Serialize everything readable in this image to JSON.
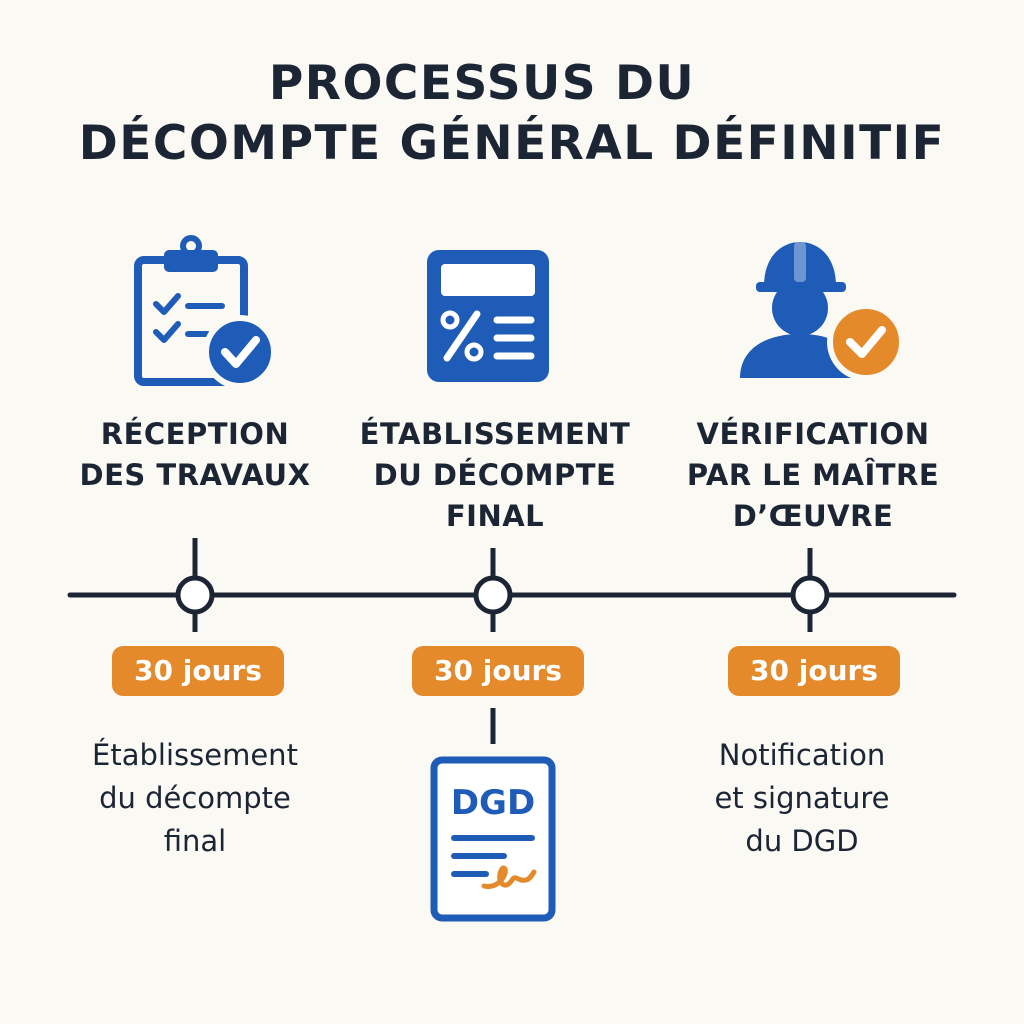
{
  "title": {
    "line1": "PROCESSUS DU",
    "line2": "DÉCOMPTE GÉNÉRAL DÉFINITIF"
  },
  "steps": [
    {
      "icon": "clipboard-check-icon",
      "label_lines": [
        "RÉCEPTION",
        "DES TRAVAUX"
      ],
      "duration": "30 jours",
      "description_lines": [
        "Établissement",
        "du décompte",
        "final"
      ]
    },
    {
      "icon": "calculator-percent-icon",
      "label_lines": [
        "ÉTABLISSEMENT",
        "DU DÉCOMPTE",
        "FINAL"
      ],
      "duration": "30 jours",
      "document": {
        "icon": "signed-document-icon",
        "label": "DGD"
      }
    },
    {
      "icon": "engineer-check-icon",
      "label_lines": [
        "VÉRIFICATION",
        "PAR LE MAÎTRE",
        "D’ŒUVRE"
      ],
      "duration": "30 jours",
      "description_lines": [
        "Notification",
        "et signature",
        "du DGD"
      ]
    }
  ],
  "colors": {
    "primary_blue": "#1f5cb8",
    "accent_orange": "#e48a2a",
    "dark_text": "#1b2534",
    "background": "#fbf9f4"
  }
}
